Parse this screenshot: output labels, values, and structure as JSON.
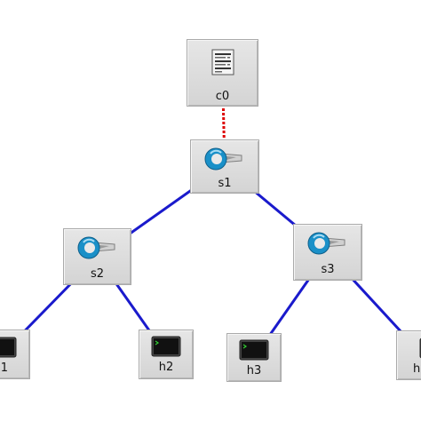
{
  "nodes": [
    {
      "id": "c0",
      "label": "c0",
      "kind": "controller",
      "icon": "server-icon"
    },
    {
      "id": "s1",
      "label": "s1",
      "kind": "switch",
      "icon": "switch-icon"
    },
    {
      "id": "s2",
      "label": "s2",
      "kind": "switch",
      "icon": "switch-icon"
    },
    {
      "id": "s3",
      "label": "s3",
      "kind": "switch",
      "icon": "switch-icon"
    },
    {
      "id": "h1",
      "label": "1",
      "kind": "host",
      "icon": "terminal-icon"
    },
    {
      "id": "h2",
      "label": "h2",
      "kind": "host",
      "icon": "terminal-icon"
    },
    {
      "id": "h3",
      "label": "h3",
      "kind": "host",
      "icon": "terminal-icon"
    },
    {
      "id": "h4",
      "label": "h",
      "kind": "host",
      "icon": "terminal-icon"
    }
  ],
  "links": [
    {
      "from": "c0",
      "to": "s1",
      "style": "control"
    },
    {
      "from": "s1",
      "to": "s2",
      "style": "data"
    },
    {
      "from": "s1",
      "to": "s3",
      "style": "data"
    },
    {
      "from": "s2",
      "to": "h1",
      "style": "data"
    },
    {
      "from": "s2",
      "to": "h2",
      "style": "data"
    },
    {
      "from": "s3",
      "to": "h3",
      "style": "data"
    },
    {
      "from": "s3",
      "to": "h4",
      "style": "data"
    }
  ],
  "colors": {
    "data_link": "#1a1acc",
    "control_link": "#dd0000",
    "switch_blue": "#1a90c8",
    "terminal_screen": "#111111",
    "terminal_prompt": "#33cc33"
  }
}
